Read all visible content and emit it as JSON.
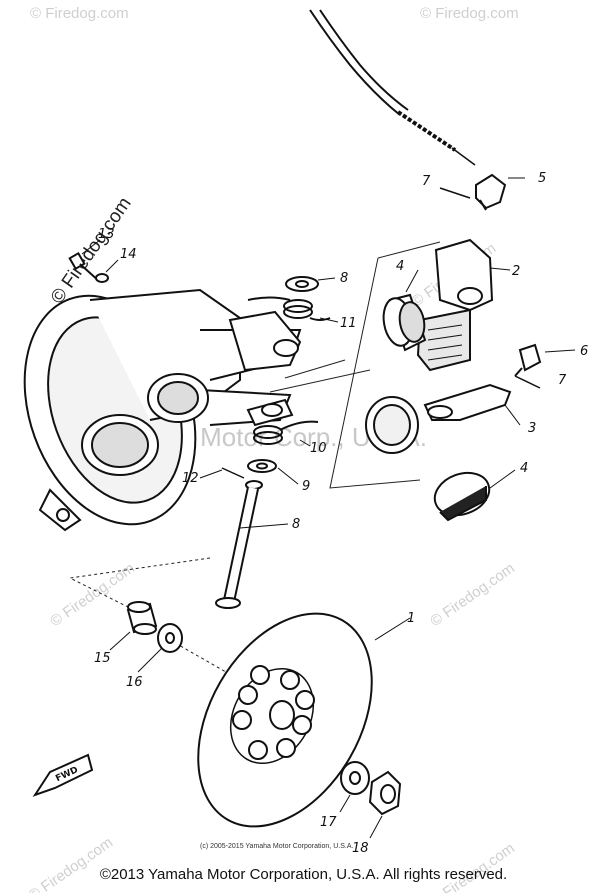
{
  "watermark": {
    "text": "© Firedog.com",
    "center_text": "Yamaha Motor Corp., U.S.A."
  },
  "callouts": {
    "p1": "1",
    "p2": "2",
    "p3": "3",
    "p4a": "4",
    "p4b": "4",
    "p5": "5",
    "p6": "6",
    "p7a": "7",
    "p7b": "7",
    "p8a": "8",
    "p8b": "8",
    "p9": "9",
    "p10": "10",
    "p11": "11",
    "p12": "12",
    "p13": "13",
    "p14": "14",
    "p15": "15",
    "p16": "16",
    "p17": "17",
    "p18": "18"
  },
  "fwd_label": "FWD",
  "small_copyright": "(c) 2005-2015 Yamaha Motor Corporation, U.S.A.",
  "copyright": "©2013 Yamaha Motor Corporation, U.S.A. All rights reserved."
}
